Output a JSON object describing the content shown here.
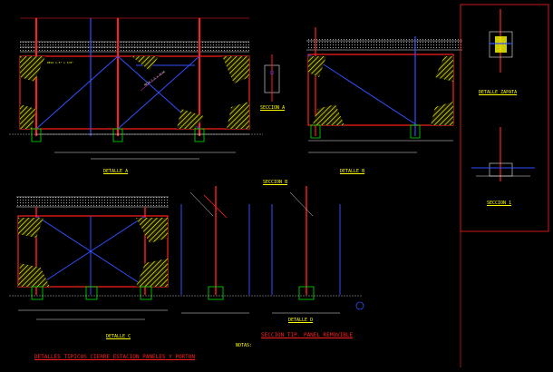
{
  "labels": {
    "detalle_a": "DETALLE A",
    "detalle_b": "DETALLE B",
    "detalle_c": "DETALLE C",
    "detalle_d": "DETALLE D",
    "seccion_a": "SECCION A",
    "seccion_b": "SECCION B",
    "detalle_zapata": "DETALLE ZAPATA",
    "seccion_1": "SECCION 1",
    "main_title": "DETALLES TIPICOS CIERRE ESTACION PANELES Y PORTON",
    "seccion_panel": "SECCION TIP. PANEL REMOVIBLE",
    "notas": "NOTAS:"
  },
  "colors": {
    "background": "#000000",
    "steel": "#ff2020",
    "blue": "#3050ff",
    "yellow": "#ffff00",
    "green": "#00e000",
    "white": "#e8e8e8",
    "magenta": "#ff30ff",
    "cyan": "#00d0d0"
  }
}
